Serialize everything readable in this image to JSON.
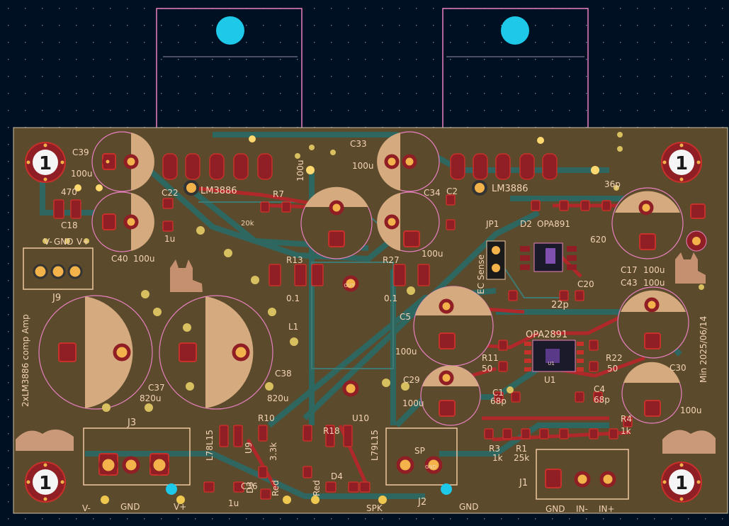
{
  "app": {
    "tool": "PCB editor",
    "view": "2D board view"
  },
  "colors": {
    "background": "#001023",
    "board": "#5b4a2c",
    "copper_front": "#c8302a",
    "copper_pad": "#8f1f25",
    "silk": "#f0c8a0",
    "courtyard": "#e880c0",
    "pad_cyan": "#1ec8e8",
    "via_yellow": "#d8c060",
    "trace_teal": "#2a6a66",
    "text_silk": "#f3d3b4"
  },
  "board": {
    "title": "2xLM3886 comp Amp",
    "signature": "Min 2025/06/14"
  },
  "mount_labels": [
    "1",
    "1",
    "1",
    "1"
  ],
  "labels": {
    "c39": "C39",
    "c22": "C22",
    "c40": "C40",
    "c40v": "100u",
    "c18": "C18",
    "c33": "C33",
    "c33v": "100u",
    "c34": "C34",
    "c2": "C2",
    "lm3886_a": "LM3886",
    "lm3886_b": "LM3886",
    "r7": "R7",
    "r13": "R13",
    "r27": "R27",
    "r11": "R11",
    "r11v": "50",
    "r22": "R22",
    "r22v": "50",
    "r3": "R3",
    "r3v": "1k",
    "r1": "R1",
    "r1v": "25k",
    "r4": "R4",
    "r4v": "1k",
    "r10": "R10",
    "r10v": "3.3k",
    "r18": "R18",
    "c1": "C1",
    "c1v": "68p",
    "c4": "C4",
    "c4v": "68p",
    "c5": "C5",
    "c5v": "100u",
    "c17": "C17",
    "c17v": "100u",
    "c43": "C43",
    "c43v": "100u",
    "c37": "C37",
    "c37v": "820u",
    "c38": "C38",
    "c38v": "820u",
    "c29": "C29",
    "c29v": "100u",
    "c30": "C30",
    "c30v": "100u",
    "c36": "C36",
    "c36v": "1u",
    "c20": "C20",
    "c20v": "22p",
    "c": "100u",
    "opa891": "OPA891",
    "opa2891": "OPA2891",
    "u1": "U1",
    "u9": "U9",
    "u10": "U10",
    "l79l15": "L79L15",
    "l78l15": "L78L15",
    "j9": "J9",
    "j3": "J3",
    "j2": "J2",
    "j1": "J1",
    "jp1": "JP1",
    "d2": "D2",
    "d3": "D3",
    "d4": "D4",
    "red1": "Red",
    "red2": "Red",
    "l1": "L1",
    "val_r13": "0.1",
    "val_r27": "0.1",
    "val_620": "620",
    "val_1u": "1u",
    "val_20k": "20k",
    "val_1k": "1k",
    "val_36p": "36p",
    "ec_sense": "EC Sense",
    "v_minus": "V-",
    "gnd": "GND",
    "v_plus": "V+",
    "j3_vminus": "V-",
    "j3_gnd": "GND",
    "j3_vplus": "V+",
    "spk": "SPK",
    "j2_gnd": "GND",
    "j1_gnd": "GND",
    "in_minus": "IN-",
    "in_plus": "IN+",
    "sp": "SP",
    "out": "OUT",
    "gnd_pad": "GND",
    "v1": "100u",
    "v_470": "470",
    "c_100u_left": "100u"
  }
}
